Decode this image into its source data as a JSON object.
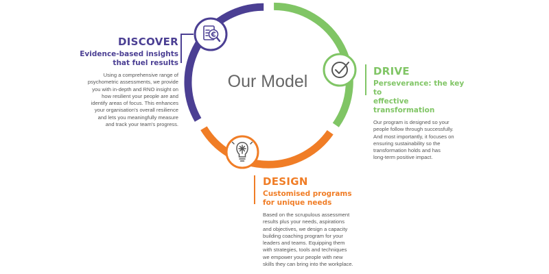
{
  "center_title": "Our Model",
  "colors": {
    "discover": "#4b3f93",
    "drive": "#80c565",
    "design": "#f07d26",
    "center_text": "#666666",
    "body_text": "#555555"
  },
  "stages": {
    "discover": {
      "title": "DISCOVER",
      "subtitle": "Evidence-based insights\nthat fuel results",
      "body": "Using a comprehensive range of\npsychometric assessments, we provide\nyou with in-depth and RNO insight on\nhow resilient your people are and\nidentify areas of focus. This enhances\nyour organisation's overall resilience\nand lets you meaningfully measure\nand track your team's progress.",
      "icon": "magnifier-document-euro-icon"
    },
    "drive": {
      "title": "DRIVE",
      "subtitle": "Perseverance: the key to\neffective transformation",
      "body": "Our program is designed so your\npeople follow through successfully.\nAnd most importantly, it focuses on\nensuring sustainability so the\ntransformation holds and has\nlong-term positive impact.",
      "icon": "check-circle-icon"
    },
    "design": {
      "title": "DESIGN",
      "subtitle": "Customised programs\nfor unique needs",
      "body": "Based on the scrupulous assessment\nresults plus your needs, aspirations\nand objectives, we design a capacity\nbuilding coaching program for your\nleaders and teams. Equipping them\nwith strategies, tools and techniques\nwe empower your people with new\nskills they can bring into the workplace.",
      "icon": "lightbulb-icon"
    }
  }
}
